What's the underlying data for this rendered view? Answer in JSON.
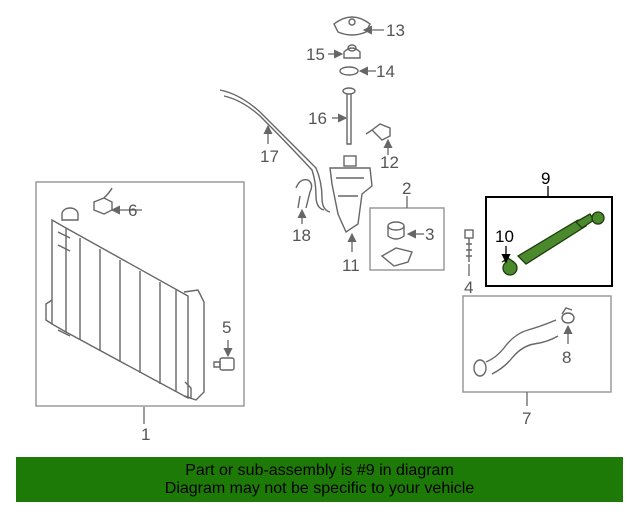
{
  "callouts": {
    "c1": "1",
    "c2": "2",
    "c3": "3",
    "c4": "4",
    "c5": "5",
    "c6": "6",
    "c7": "7",
    "c8": "8",
    "c9": "9",
    "c10": "10",
    "c11": "11",
    "c12": "12",
    "c13": "13",
    "c14": "14",
    "c15": "15",
    "c16": "16",
    "c17": "17",
    "c18": "18"
  },
  "highlight": {
    "part_number": "9",
    "color": "#4a8a2c"
  },
  "banner": {
    "line1": "Part or sub-assembly is #9 in diagram",
    "line2": "Diagram may not be specific to your vehicle",
    "background": "#1d7a06"
  }
}
